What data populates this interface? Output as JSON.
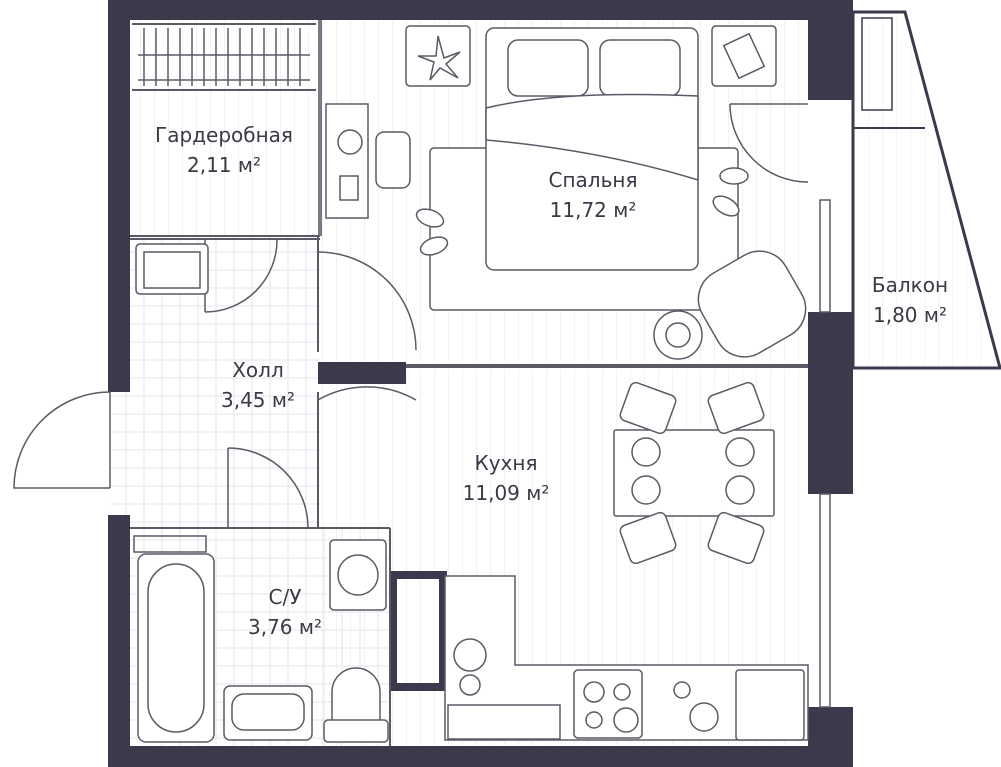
{
  "colors": {
    "wall": "#3a3a4c",
    "line": "#5a5a66",
    "light_line": "#c8c8cc",
    "background": "#ffffff"
  },
  "rooms": [
    {
      "id": "wardrobe",
      "name": "Гардеробная",
      "area": "2,11 м²"
    },
    {
      "id": "bedroom",
      "name": "Спальня",
      "area": "11,72 м²"
    },
    {
      "id": "balcony",
      "name": "Балкон",
      "area": "1,80 м²"
    },
    {
      "id": "hall",
      "name": "Холл",
      "area": "3,45 м²"
    },
    {
      "id": "kitchen",
      "name": "Кухня",
      "area": "11,09 м²"
    },
    {
      "id": "bathroom",
      "name": "С/У",
      "area": "3,76 м²"
    }
  ],
  "icons": [
    "bed-icon",
    "nightstand-icon",
    "armchair-icon",
    "desk-icon",
    "chair-icon",
    "slippers-icon",
    "dining-table-icon",
    "dining-chair-icon",
    "kitchen-counter-icon",
    "stove-icon",
    "sink-icon",
    "fridge-icon",
    "bathtub-icon",
    "toilet-icon",
    "washing-machine-icon",
    "wardrobe-rail-icon",
    "door-swing-icon"
  ]
}
